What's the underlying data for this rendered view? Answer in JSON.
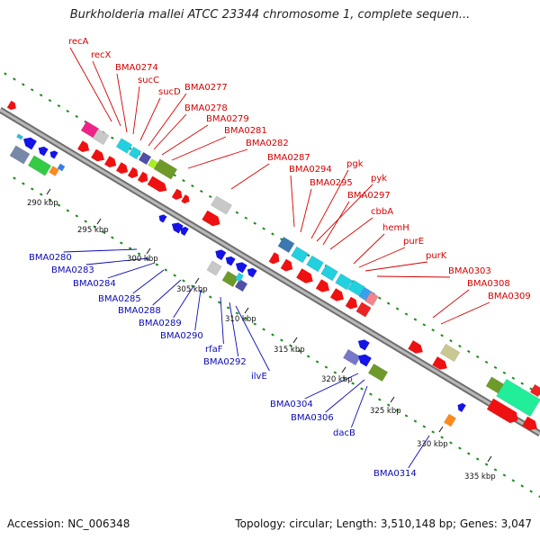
{
  "title": "Burkholderia mallei ATCC 23344 chromosome 1, complete sequen...",
  "footer": {
    "accession": "Accession: NC_006348",
    "summary": "Topology: circular; Length: 3,510,148 bp; Genes: 3,047"
  },
  "colors": {
    "backbone": "#8e8e8e",
    "tick": "#1f8a1f",
    "forward_label": "#d40000",
    "reverse_label": "#0a0ab4"
  },
  "scale": {
    "labels": [
      "290 kbp",
      "295 kbp",
      "300 kbp",
      "305 kbp",
      "310 kbp",
      "315 kbp",
      "320 kbp",
      "325 kbp",
      "330 kbp",
      "335 kbp"
    ]
  },
  "forward_genes": [
    "recA",
    "recX",
    "BMA0274",
    "sucC",
    "sucD",
    "BMA0277",
    "BMA0278",
    "BMA0279",
    "BMA0281",
    "BMA0282",
    "BMA0287",
    "BMA0294",
    "BMA0295",
    "pgk",
    "pyk",
    "BMA0297",
    "cbbA",
    "hemH",
    "purE",
    "purK",
    "BMA0303",
    "BMA0308",
    "BMA0309"
  ],
  "reverse_genes": [
    "BMA0280",
    "BMA0283",
    "BMA0284",
    "BMA0285",
    "BMA0288",
    "BMA0289",
    "BMA0290",
    "rfaF",
    "BMA0292",
    "ilvE",
    "BMA0304",
    "BMA0306",
    "dacB",
    "BMA0314"
  ]
}
